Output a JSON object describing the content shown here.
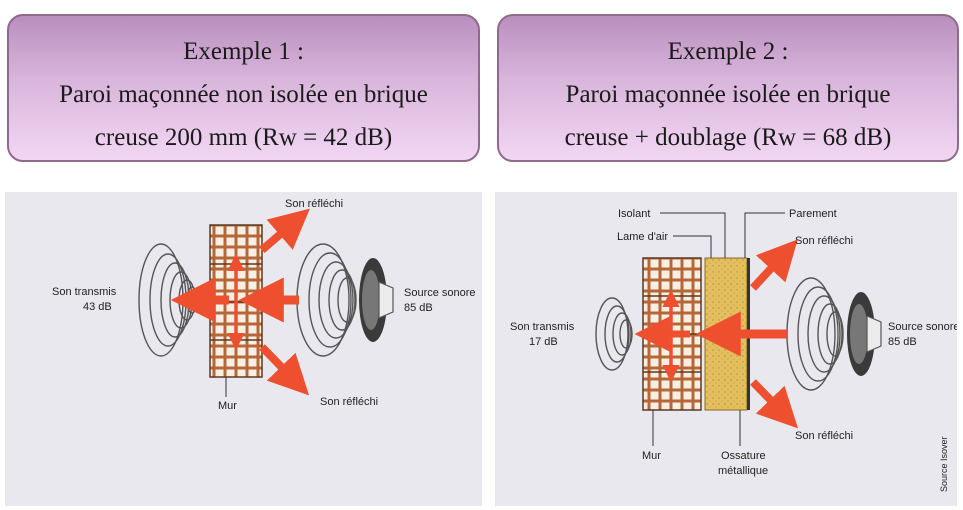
{
  "examples": [
    {
      "heading": "Exemple 1 :",
      "line1": "Paroi maçonnée non isolée en brique",
      "line2": "creuse 200 mm (Rw = 42 dB)",
      "labels": {
        "reflected_top": "Son réfléchi",
        "reflected_bottom": "Son réfléchi",
        "transmitted": "Son transmis",
        "transmitted_db": "43 dB",
        "source": "Source sonore",
        "source_db": "85 dB",
        "wall": "Mur"
      }
    },
    {
      "heading": "Exemple 2 :",
      "line1": "Paroi maçonnée isolée en brique",
      "line2": "creuse + doublage (Rw = 68 dB)",
      "labels": {
        "insulation": "Isolant",
        "air_gap": "Lame d'air",
        "facing": "Parement",
        "reflected_top": "Son réfléchi",
        "reflected_bottom": "Son réfléchi",
        "transmitted": "Son transmis",
        "transmitted_db": "17 dB",
        "source": "Source sonore",
        "source_db": "85 dB",
        "wall": "Mur",
        "frame": "Ossature",
        "frame2": "métallique",
        "credit": "Source Isover"
      }
    }
  ],
  "colors": {
    "panel_bg": "#e9e8ee",
    "arrow": "#ee4f2f",
    "brick": "#b6673a",
    "insulation": "#e3bf5f",
    "header_border": "#8e6b8e"
  }
}
